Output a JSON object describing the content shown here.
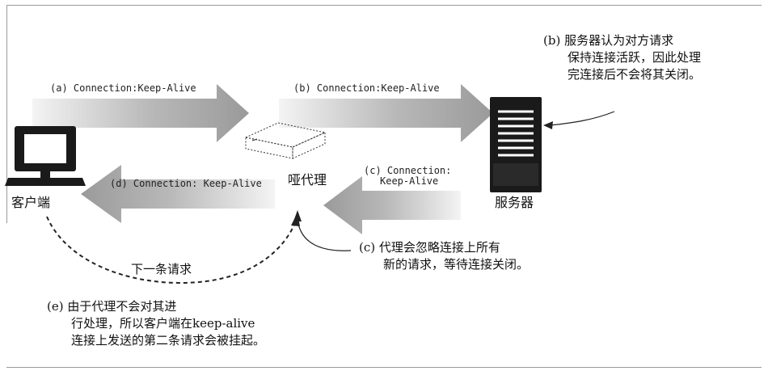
{
  "arrows": {
    "a": "(a) Connection:Keep-Alive",
    "b": "(b) Connection:Keep-Alive",
    "c_line1": "(c) Connection:",
    "c_line2": "Keep-Alive",
    "d": "(d) Connection: Keep-Alive"
  },
  "labels": {
    "client": "客户端",
    "proxy": "哑代理",
    "server": "服务器",
    "next_request": "下一条请求"
  },
  "notes": {
    "b": [
      "(b) 服务器认为对方请求",
      "保持连接活跃，因此处理",
      "完连接后不会将其关闭。"
    ],
    "c": [
      "(c) 代理会忽略连接上所有",
      "新的请求，等待连接关闭。"
    ],
    "e": [
      "(e) 由于代理不会对其进",
      "行处理，所以客户端在keep-alive",
      "连接上发送的第二条请求会被挂起。"
    ]
  },
  "colors": {
    "arrow_fill": "#a8a8a8",
    "icon": "#1a1a1a"
  },
  "icons": [
    "computer-icon",
    "proxy-box-icon",
    "server-icon"
  ]
}
